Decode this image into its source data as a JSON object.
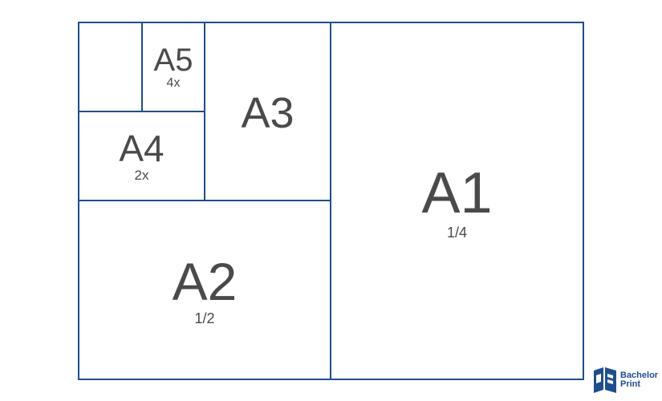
{
  "diagram": {
    "a1": {
      "name": "A1",
      "ratio": "1/4"
    },
    "a2": {
      "name": "A2",
      "ratio": "1/2"
    },
    "a3": {
      "name": "A3"
    },
    "a4": {
      "name": "A4",
      "ratio": "2x"
    },
    "a5": {
      "name": "A5",
      "ratio": "4x"
    }
  },
  "logo": {
    "line1": "Bachelor",
    "line2": "Print",
    "icon": "book-logo-icon"
  },
  "colors": {
    "border": "#1f4e8c",
    "text": "#4a4a4a"
  }
}
